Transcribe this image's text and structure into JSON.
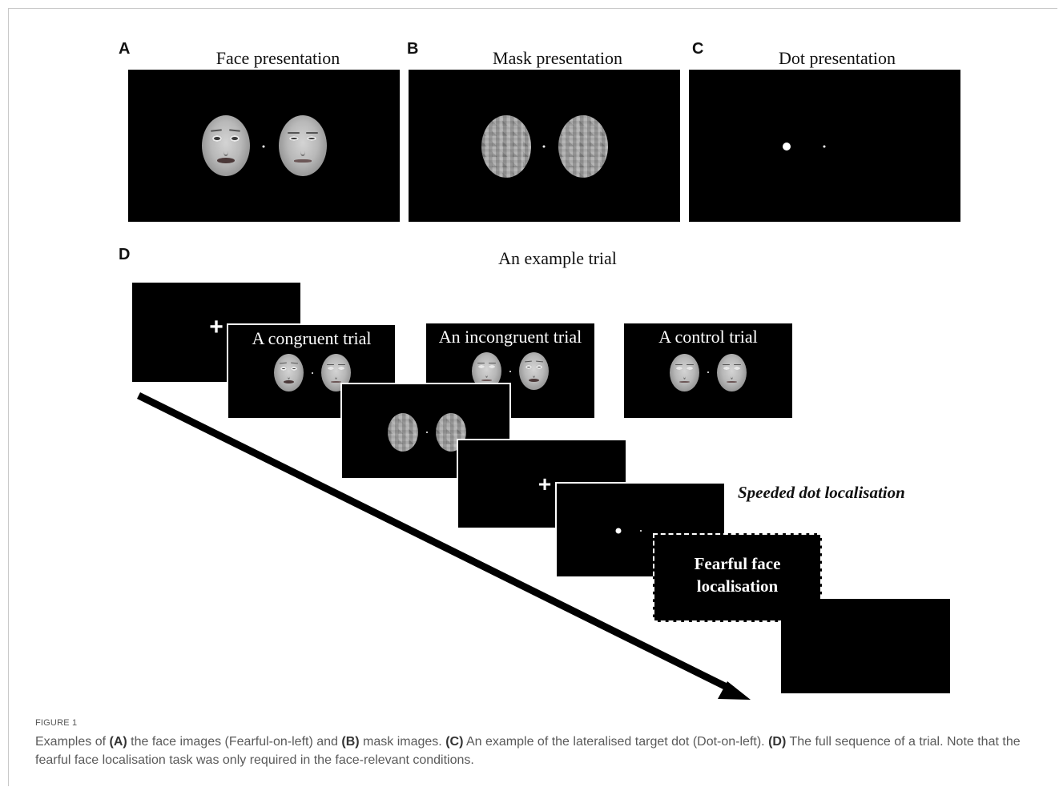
{
  "panels": {
    "a": {
      "letter": "A",
      "title": "Face presentation"
    },
    "b": {
      "letter": "B",
      "title": "Mask presentation"
    },
    "c": {
      "letter": "C",
      "title": "Dot presentation"
    },
    "d": {
      "letter": "D",
      "title": "An example trial"
    }
  },
  "trial_sequence": {
    "fixation_symbol": "+",
    "congruent_label": "A congruent trial",
    "incongruent_label": "An incongruent trial",
    "control_label": "A control trial",
    "speeded_label": "Speeded dot localisation",
    "fearful_label_line1": "Fearful face",
    "fearful_label_line2": "localisation"
  },
  "caption": {
    "figure_label": "FIGURE 1",
    "t1": "Examples of ",
    "b1": "(A)",
    "t2": " the face images (Fearful-on-left) and ",
    "b2": "(B)",
    "t3": " mask images. ",
    "b3": "(C)",
    "t4": " An example of the lateralised target dot (Dot-on-left). ",
    "b4": "(D)",
    "t5": " The full sequence of a trial. Note that the fearful face localisation task was only required in the face-relevant conditions."
  }
}
